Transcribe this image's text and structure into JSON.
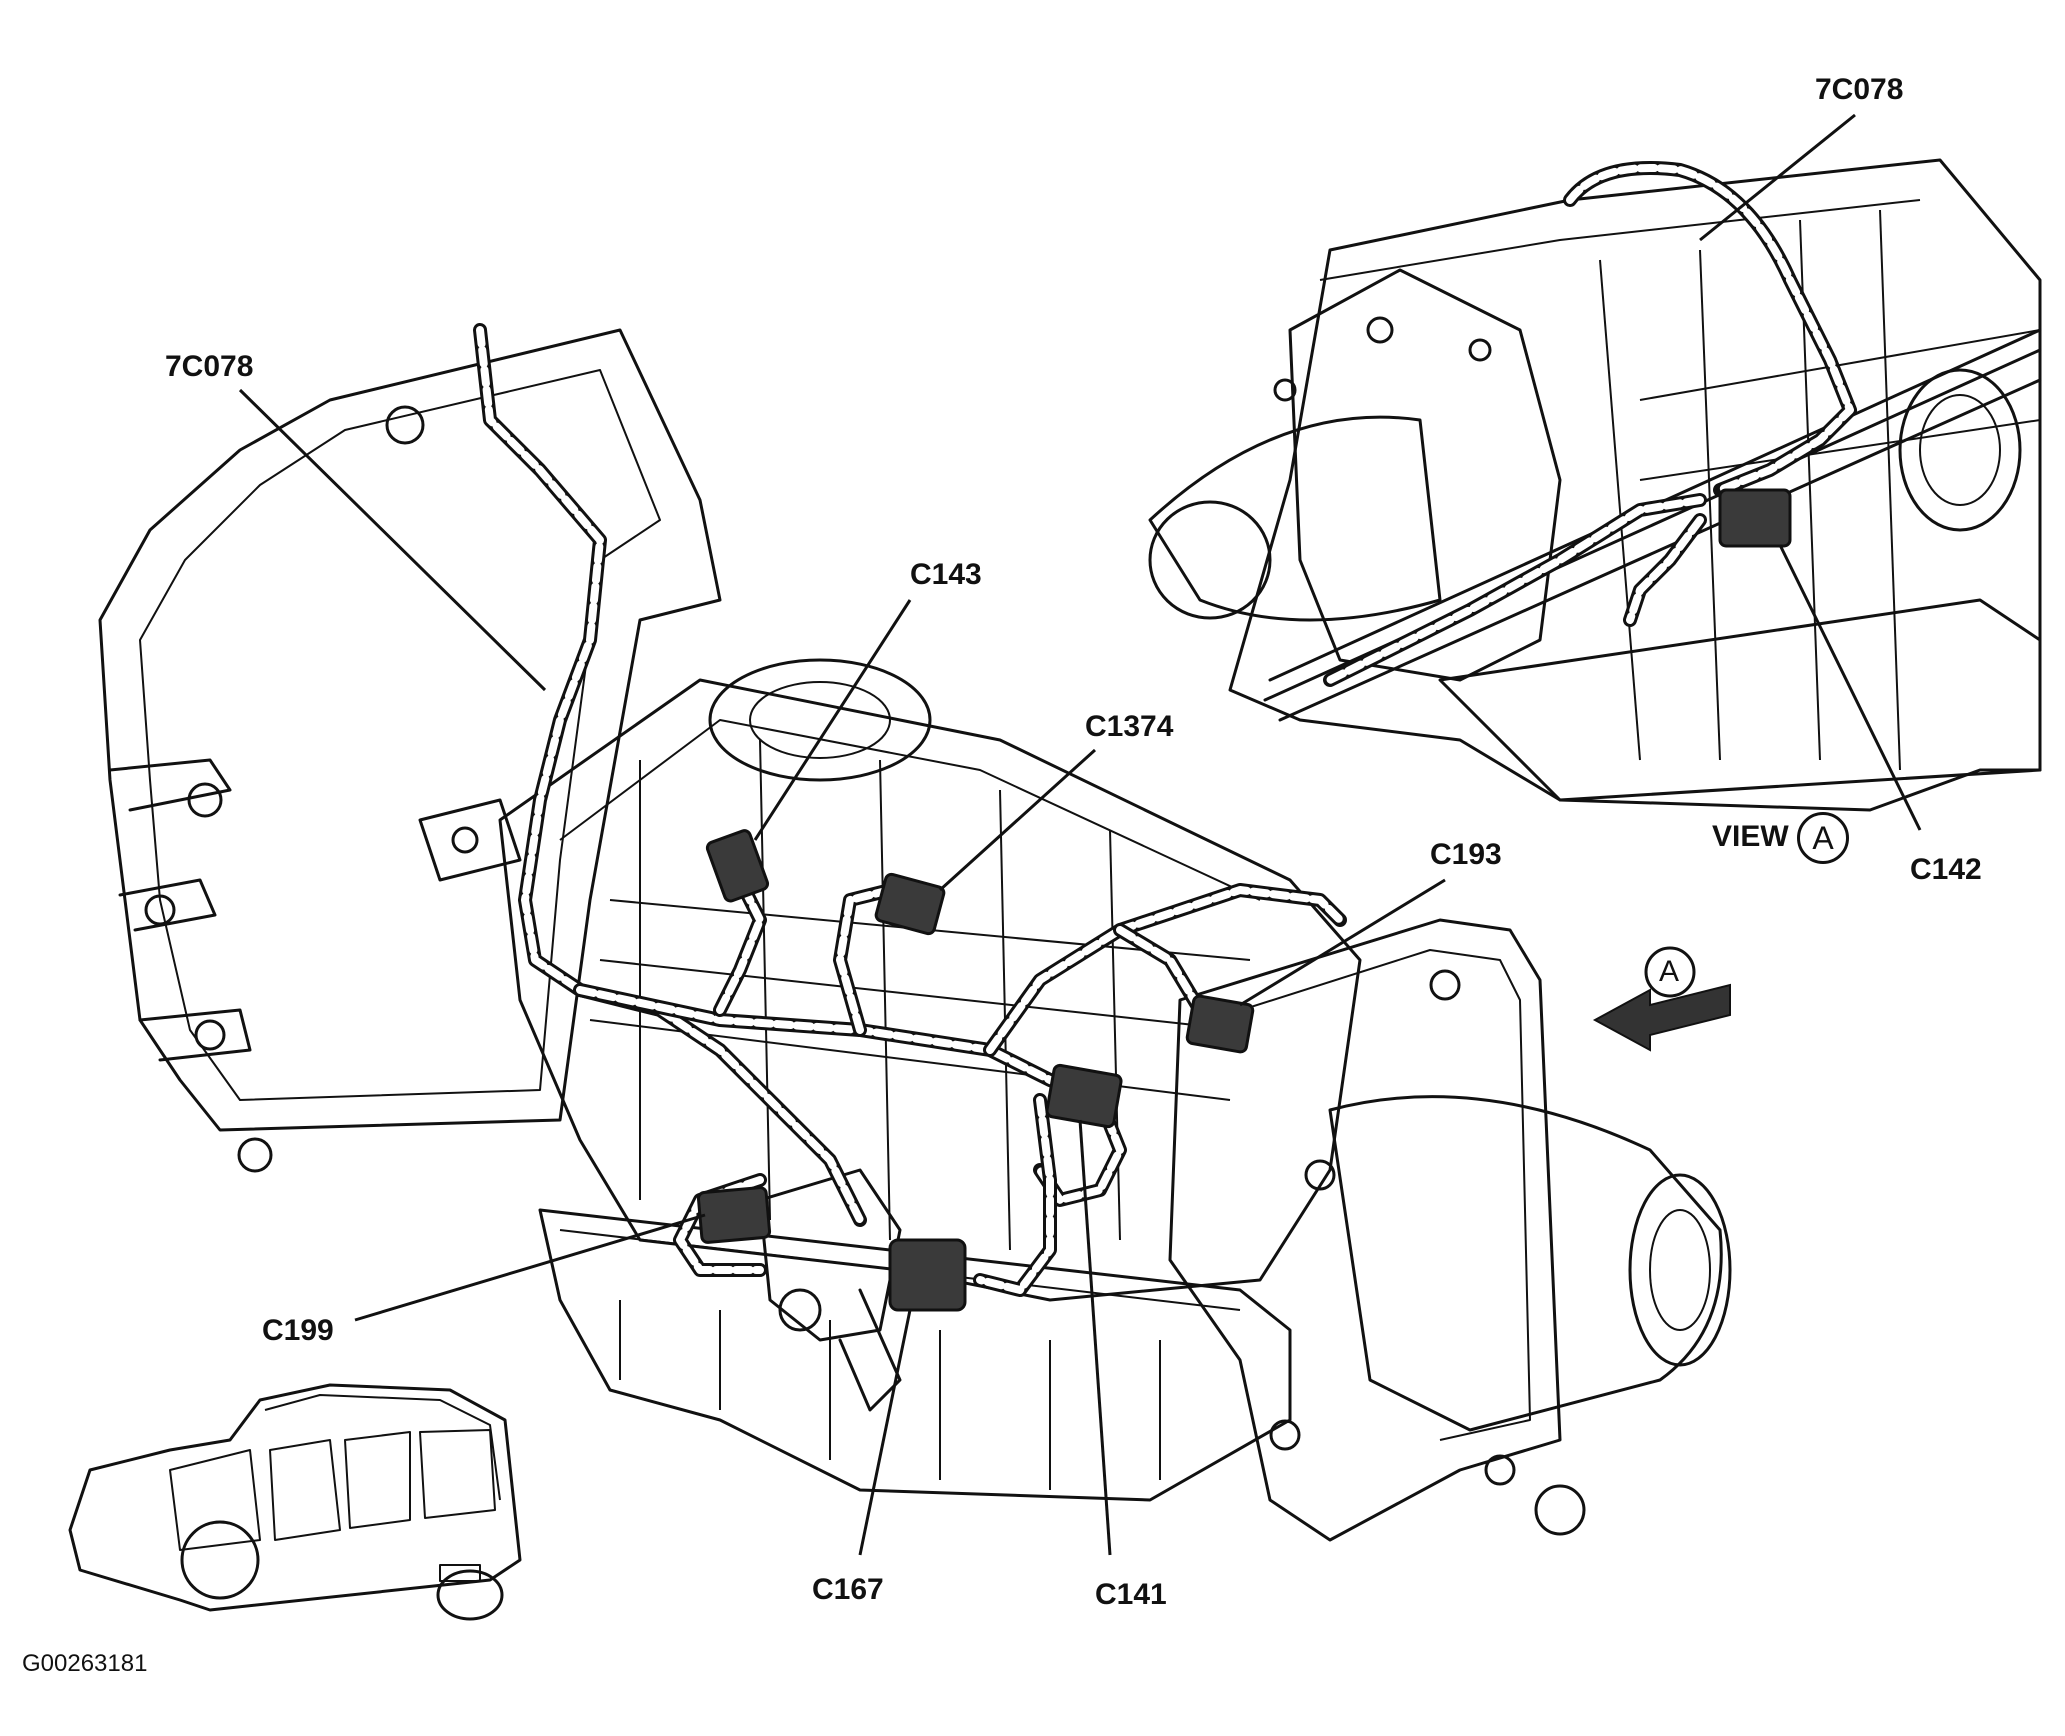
{
  "diagram": {
    "callouts": {
      "harness_main": "7C078",
      "harness_view_a": "7C078",
      "c143": "C143",
      "c1374": "C1374",
      "c193": "C193",
      "c199": "C199",
      "c167": "C167",
      "c141": "C141",
      "c142": "C142"
    },
    "view_label": "VIEW",
    "view_letter": "A",
    "arrow_letter": "A",
    "figure_id": "G00263181"
  },
  "icons": {
    "view_arrow": "arrow-left-icon",
    "vehicle": "suv-locator-icon"
  }
}
